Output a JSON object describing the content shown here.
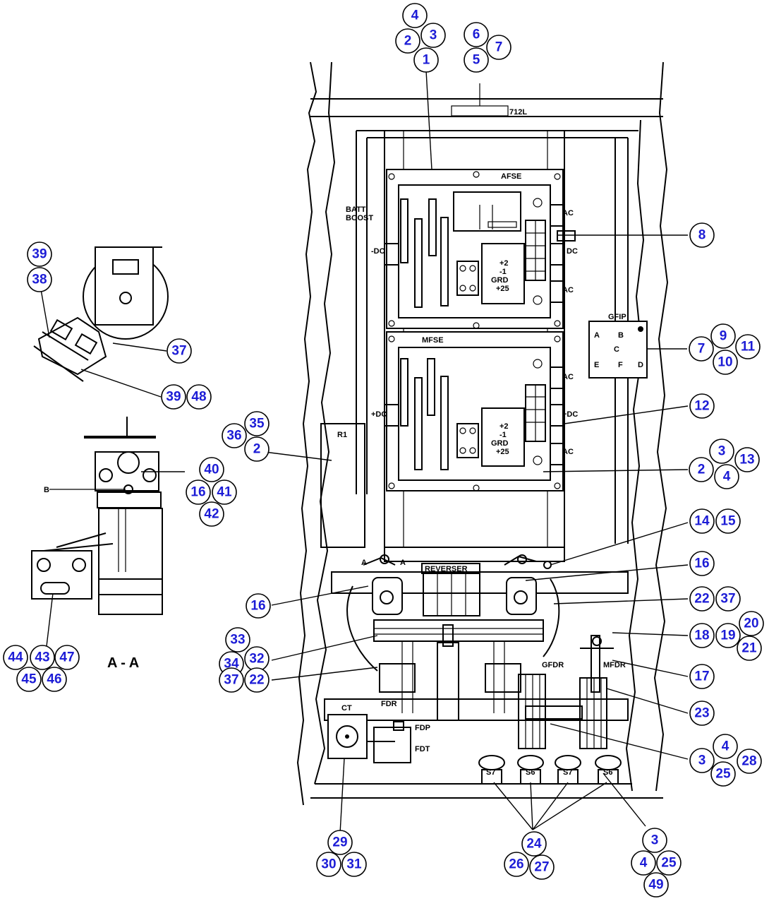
{
  "labels": {
    "t12l": "712L",
    "afse": "AFSE",
    "batt": "BATT",
    "boost": "BOOST",
    "dc_left_1": "-DC",
    "dc_left_2": "+DC",
    "ac_1": "AC",
    "dc_right_1": "DC",
    "ac_2": "AC",
    "ac_3": "AC",
    "dc_right_2": "+DC",
    "ac_4": "AC",
    "mfse": "MFSE",
    "gfip": "GFIP",
    "r1": "R1",
    "reverser": "REVERSER",
    "gfdr": "GFDR",
    "mfdr": "MFDR",
    "ct": "CT",
    "fdr": "FDR",
    "fdp": "FDP",
    "fdt": "FDT",
    "grd_1": "GRD",
    "grd_2": "GRD",
    "section": "A - A",
    "b": "B",
    "s_labels": [
      "S7",
      "S6",
      "S7",
      "S6"
    ]
  },
  "callouts": [
    {
      "id": "c4a",
      "n": "4"
    },
    {
      "id": "c2a",
      "n": "2"
    },
    {
      "id": "c3a",
      "n": "3"
    },
    {
      "id": "c1",
      "n": "1"
    },
    {
      "id": "c6",
      "n": "6"
    },
    {
      "id": "c7a",
      "n": "7"
    },
    {
      "id": "c5",
      "n": "5"
    },
    {
      "id": "c8",
      "n": "8"
    },
    {
      "id": "c39a",
      "n": "39"
    },
    {
      "id": "c38",
      "n": "38"
    },
    {
      "id": "c37a",
      "n": "37"
    },
    {
      "id": "c39b",
      "n": "39"
    },
    {
      "id": "c48",
      "n": "48"
    },
    {
      "id": "c7b",
      "n": "7"
    },
    {
      "id": "c9",
      "n": "9"
    },
    {
      "id": "c11",
      "n": "11"
    },
    {
      "id": "c10",
      "n": "10"
    },
    {
      "id": "c12",
      "n": "12"
    },
    {
      "id": "c35",
      "n": "35"
    },
    {
      "id": "c36",
      "n": "36"
    },
    {
      "id": "c2b",
      "n": "2"
    },
    {
      "id": "c3b",
      "n": "3"
    },
    {
      "id": "c13",
      "n": "13"
    },
    {
      "id": "c2c",
      "n": "2"
    },
    {
      "id": "c4b",
      "n": "4"
    },
    {
      "id": "c40",
      "n": "40"
    },
    {
      "id": "c16a",
      "n": "16"
    },
    {
      "id": "c41",
      "n": "41"
    },
    {
      "id": "c42",
      "n": "42"
    },
    {
      "id": "c14",
      "n": "14"
    },
    {
      "id": "c15",
      "n": "15"
    },
    {
      "id": "c16b",
      "n": "16"
    },
    {
      "id": "c16c",
      "n": "16"
    },
    {
      "id": "c22a",
      "n": "22"
    },
    {
      "id": "c37b",
      "n": "37"
    },
    {
      "id": "c33",
      "n": "33"
    },
    {
      "id": "c34",
      "n": "34"
    },
    {
      "id": "c32",
      "n": "32"
    },
    {
      "id": "c20",
      "n": "20"
    },
    {
      "id": "c18",
      "n": "18"
    },
    {
      "id": "c19",
      "n": "19"
    },
    {
      "id": "c21",
      "n": "21"
    },
    {
      "id": "c44",
      "n": "44"
    },
    {
      "id": "c43",
      "n": "43"
    },
    {
      "id": "c47",
      "n": "47"
    },
    {
      "id": "c45",
      "n": "45"
    },
    {
      "id": "c46",
      "n": "46"
    },
    {
      "id": "c17",
      "n": "17"
    },
    {
      "id": "c37c",
      "n": "37"
    },
    {
      "id": "c22b",
      "n": "22"
    },
    {
      "id": "c23",
      "n": "23"
    },
    {
      "id": "c4c",
      "n": "4"
    },
    {
      "id": "c3c",
      "n": "3"
    },
    {
      "id": "c28",
      "n": "28"
    },
    {
      "id": "c25a",
      "n": "25"
    },
    {
      "id": "c3d",
      "n": "3"
    },
    {
      "id": "c4d",
      "n": "4"
    },
    {
      "id": "c25b",
      "n": "25"
    },
    {
      "id": "c49",
      "n": "49"
    },
    {
      "id": "c29",
      "n": "29"
    },
    {
      "id": "c30",
      "n": "30"
    },
    {
      "id": "c31",
      "n": "31"
    },
    {
      "id": "c24",
      "n": "24"
    },
    {
      "id": "c26",
      "n": "26"
    },
    {
      "id": "c27",
      "n": "27"
    }
  ]
}
